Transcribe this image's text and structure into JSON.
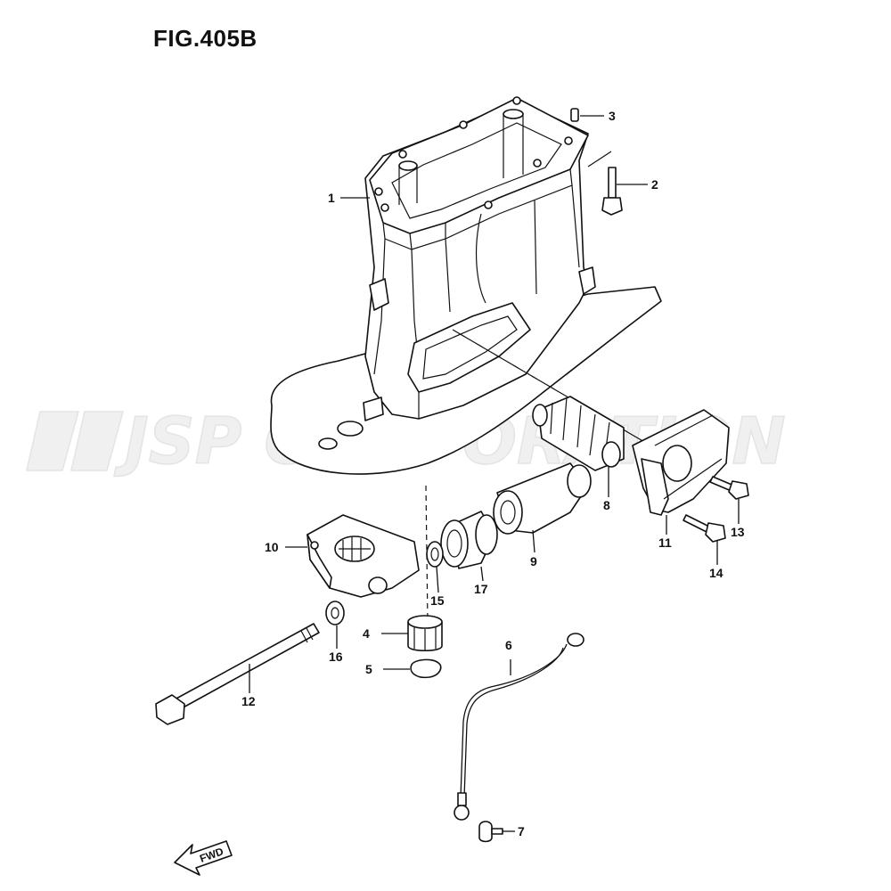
{
  "figure": {
    "title": "FIG.405B"
  },
  "watermark": {
    "text": "JSP CORPORATION"
  },
  "fwd_label": "FWD",
  "callouts": {
    "c1": "1",
    "c2": "2",
    "c3": "3",
    "c4": "4",
    "c5": "5",
    "c6": "6",
    "c7": "7",
    "c8": "8",
    "c9": "9",
    "c10": "10",
    "c11": "11",
    "c12": "12",
    "c13": "13",
    "c14": "14",
    "c15": "15",
    "c16": "16",
    "c17": "17"
  }
}
